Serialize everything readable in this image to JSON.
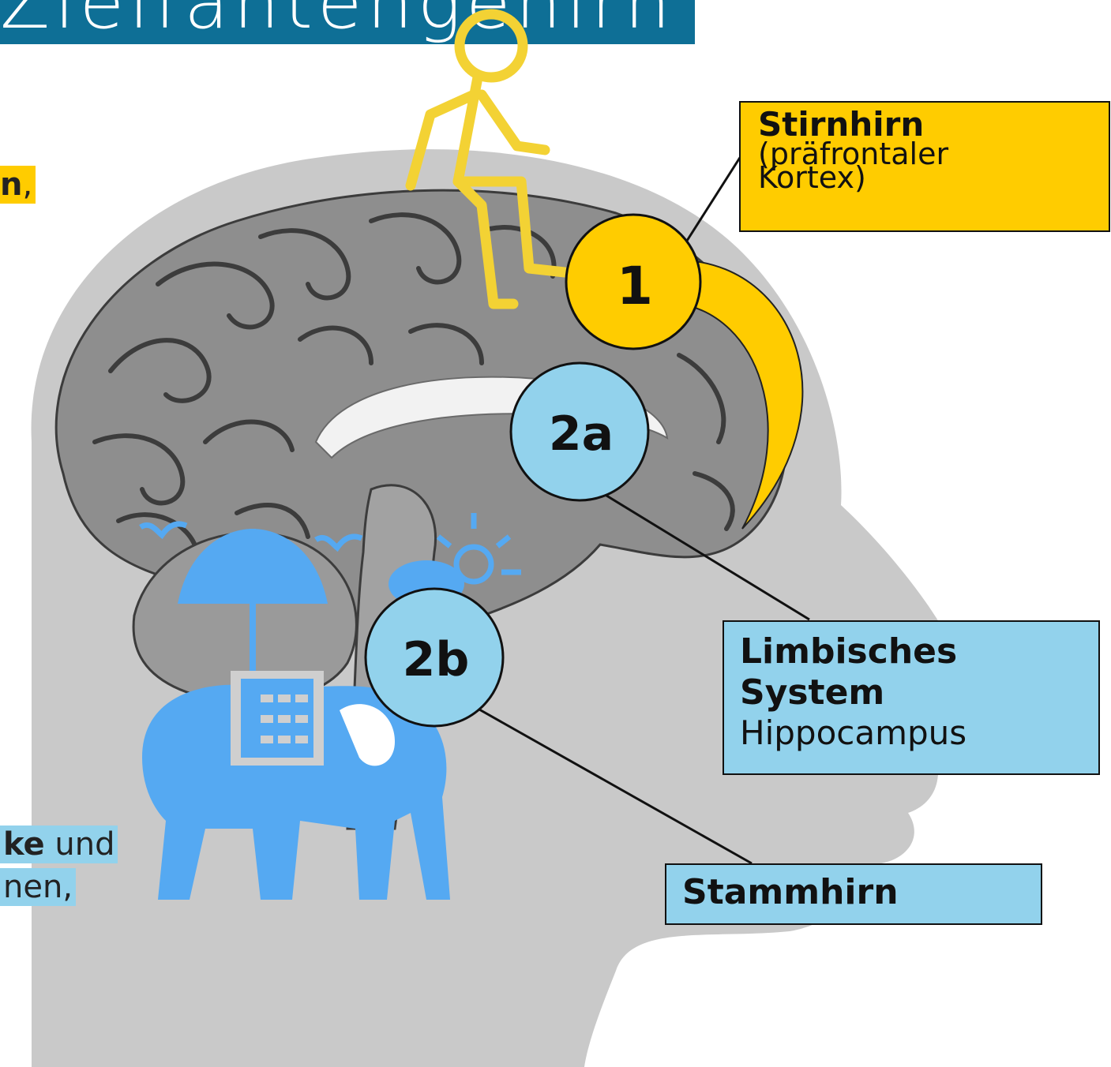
{
  "header": {
    "title": "Zielfantengehirn"
  },
  "labels": {
    "stirnhirn": {
      "title": "Stirnhirn",
      "subtitle": "(präfrontaler Kortex)"
    },
    "limbic": {
      "title": "Limbisches System",
      "subtitle": "Hippocampus"
    },
    "stamm": {
      "title": "Stammhirn"
    }
  },
  "markers": {
    "m1": "1",
    "m2a": "2a",
    "m2b": "2b"
  },
  "snippets": {
    "top": {
      "bold": "n",
      "rest": ","
    },
    "bottom1": {
      "bold": "ke",
      "rest": " und"
    },
    "bottom2": "nen,"
  },
  "colors": {
    "title_bar": "#0e6f96",
    "stirnhirn": "#ffcc00",
    "limbic": "#92d2ec",
    "elephant": "#55a9f2",
    "rider": "#f3d234",
    "head": "#c8c8c8",
    "brain": "#8c8c8c"
  },
  "icons": [
    "stick-figure-rider-icon",
    "elephant-icon",
    "umbrella-icon",
    "bird-icon",
    "sun-cloud-icon",
    "building-icon"
  ]
}
